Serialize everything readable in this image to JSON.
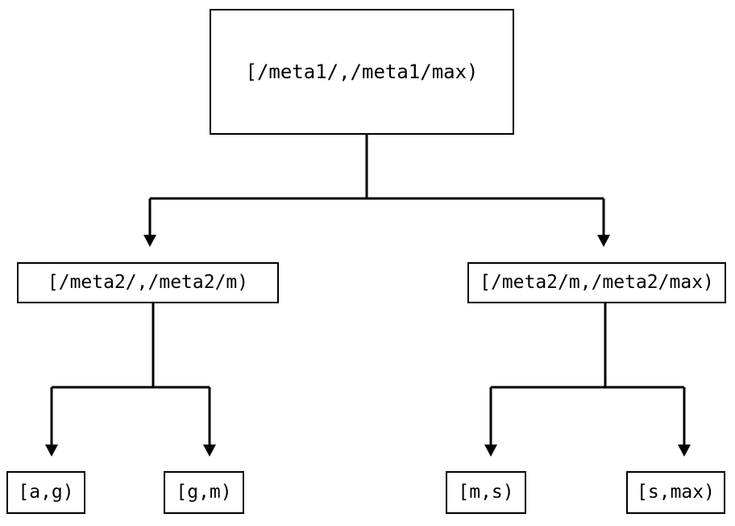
{
  "diagram": {
    "type": "tree",
    "title": "",
    "background_color": "#ffffff",
    "line_color": "#000000",
    "text_color": "#000000",
    "nodes": {
      "root": {
        "label": "[/meta1/,/meta1/max)",
        "level": 0
      },
      "mid_left": {
        "label": "[/meta2/,/meta2/m)",
        "level": 1
      },
      "mid_right": {
        "label": "[/meta2/m,/meta2/max)",
        "level": 1
      },
      "leaf_1": {
        "label": "[a,g)",
        "level": 2
      },
      "leaf_2": {
        "label": "[g,m)",
        "level": 2
      },
      "leaf_3": {
        "label": "[m,s)",
        "level": 2
      },
      "leaf_4": {
        "label": "[s,max)",
        "level": 2
      }
    },
    "edges": [
      {
        "from": "root",
        "to": "mid_left",
        "arrow": "down"
      },
      {
        "from": "root",
        "to": "mid_right",
        "arrow": "down"
      },
      {
        "from": "mid_left",
        "to": "leaf_1",
        "arrow": "down"
      },
      {
        "from": "mid_left",
        "to": "leaf_2",
        "arrow": "down"
      },
      {
        "from": "mid_right",
        "to": "leaf_3",
        "arrow": "down"
      },
      {
        "from": "mid_right",
        "to": "leaf_4",
        "arrow": "down"
      }
    ]
  }
}
